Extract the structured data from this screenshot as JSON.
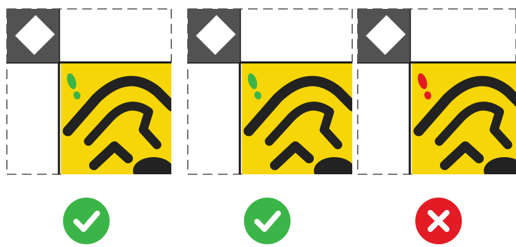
{
  "panels": [
    {
      "footprint_color": "#3cb548",
      "result": "correct",
      "result_icon": "check-icon",
      "badge_color": "#3cb548"
    },
    {
      "footprint_color": "#3cb548",
      "result": "correct",
      "result_icon": "check-icon",
      "badge_color": "#3cb548"
    },
    {
      "footprint_color": "#e21b24",
      "result": "incorrect",
      "result_icon": "cross-icon",
      "badge_color": "#e21b24"
    }
  ],
  "colors": {
    "floor_tile": "#f7d607",
    "arrow_marking": "#222222",
    "corner_block": "#525252",
    "corner_arrow": "#ffffff",
    "dashed_outline": "#4d4d4d",
    "edge_line": "#111111"
  }
}
